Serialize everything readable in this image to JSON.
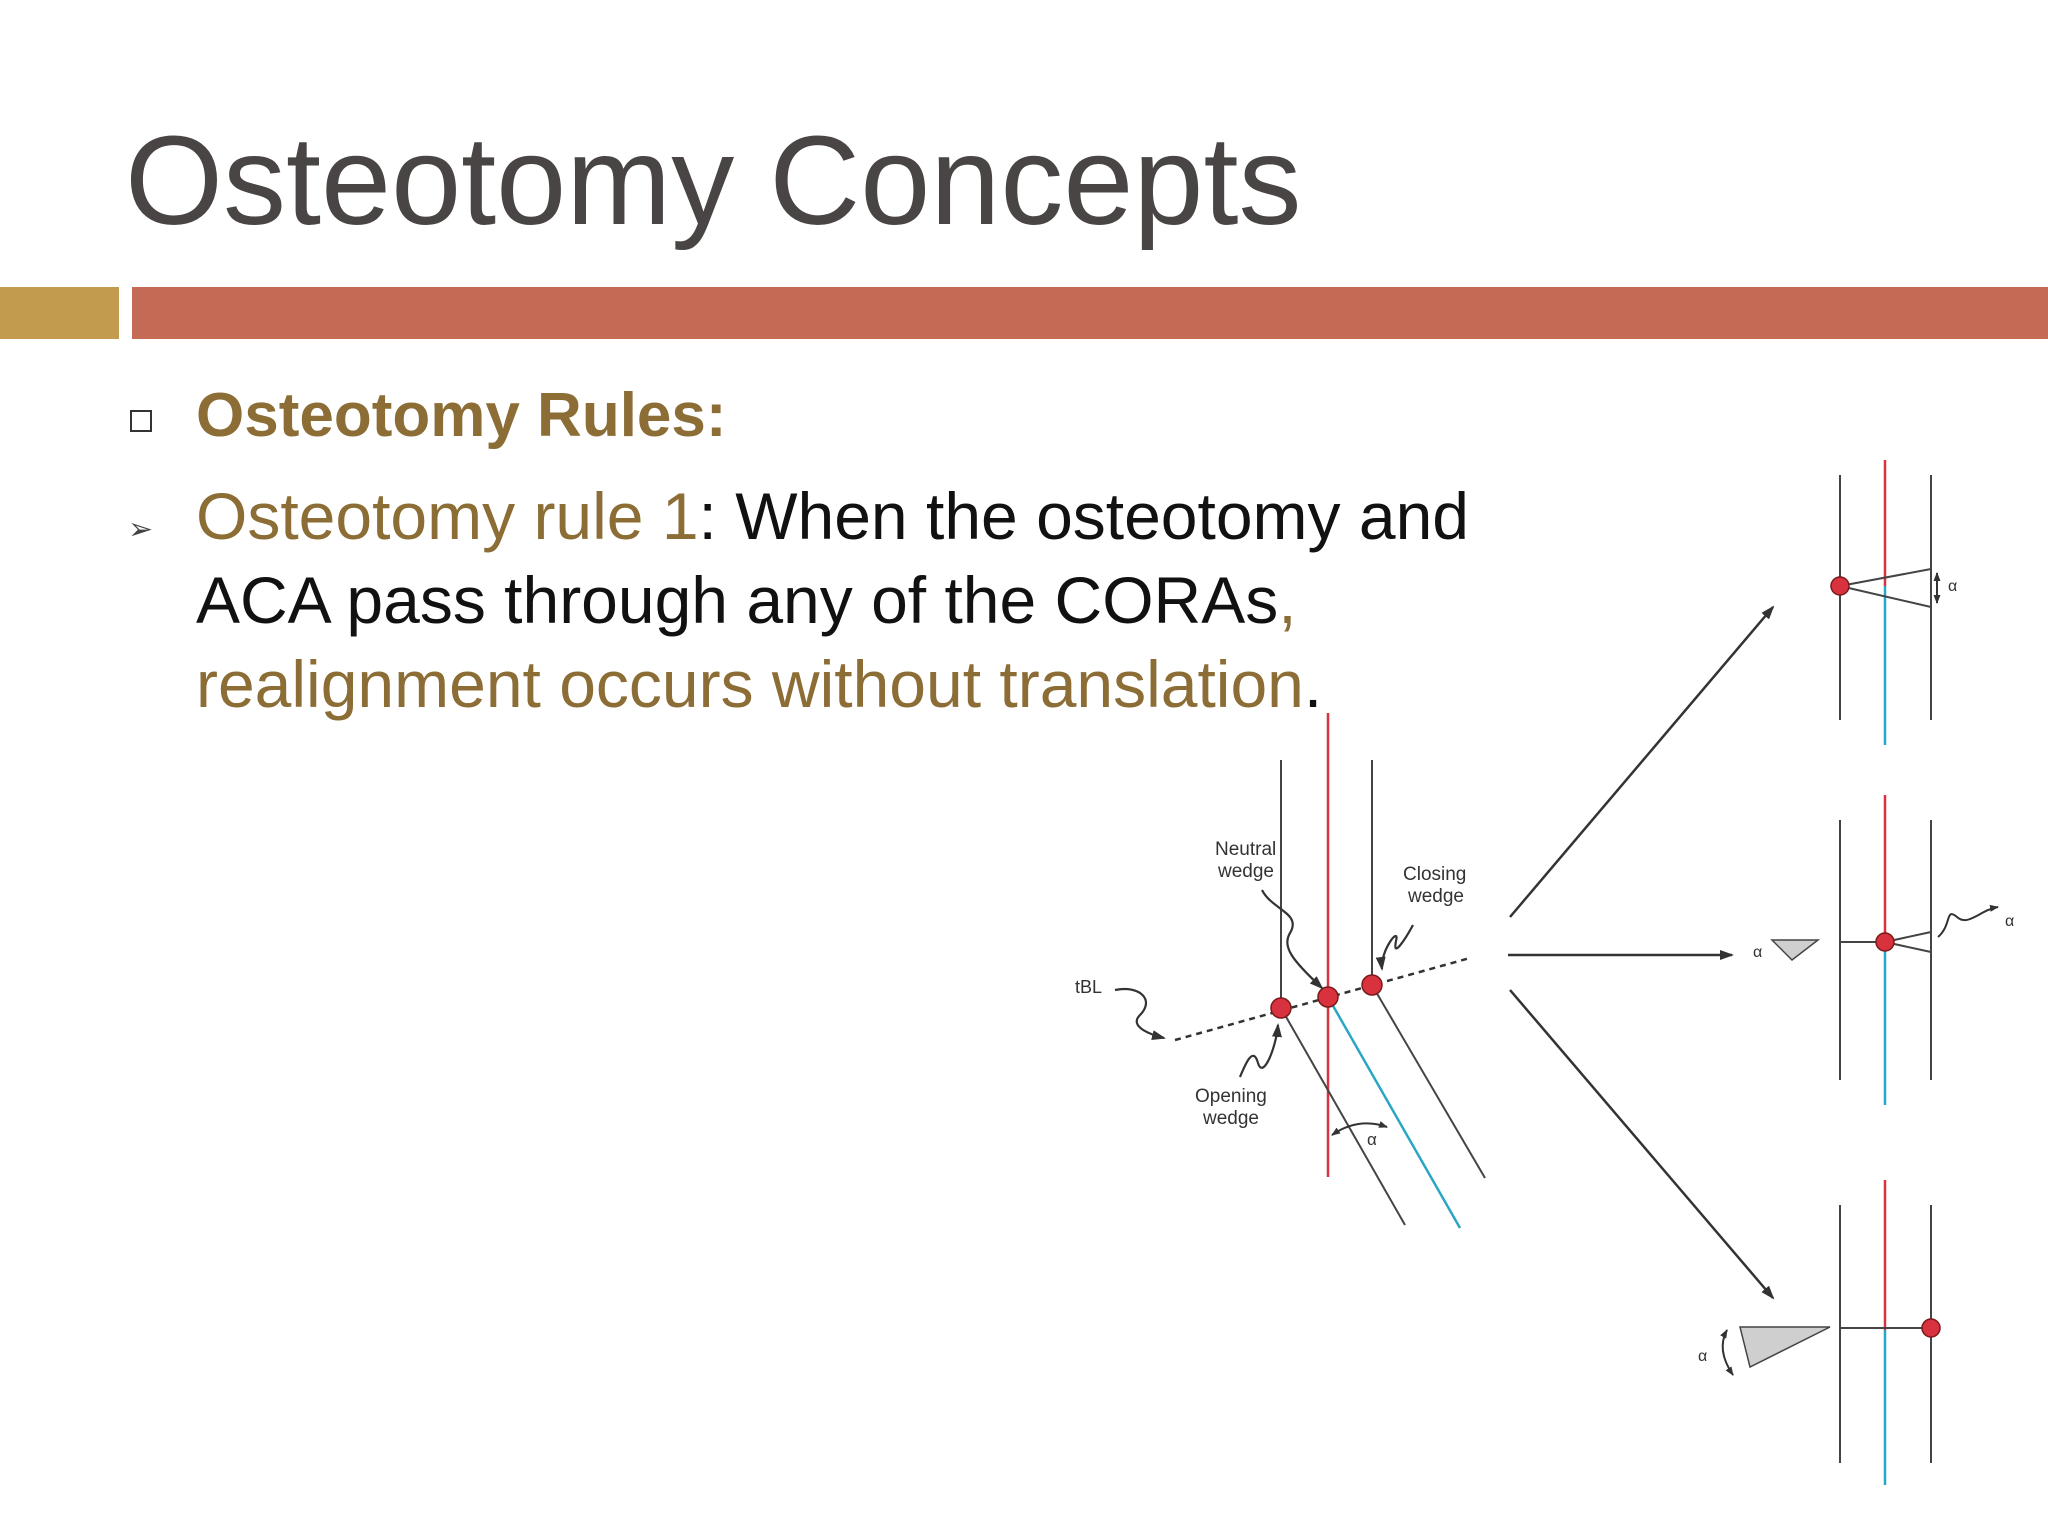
{
  "slide": {
    "title": "Osteotomy Concepts",
    "heading": "Osteotomy Rules:",
    "rule_prefix": "Osteotomy rule 1",
    "rule_colon": ":",
    "rule_body": " When the osteotomy and ACA pass  through any of the CORAs",
    "rule_comma": ",",
    "rule_highlight": " realignment occurs without translation",
    "rule_end": "."
  },
  "diagram": {
    "labels": {
      "neutral_1": "Neutral",
      "neutral_2": "wedge",
      "closing_1": "Closing",
      "closing_2": "wedge",
      "opening_1": "Opening",
      "opening_2": "wedge",
      "tbl": "tBL",
      "alpha": "α"
    }
  },
  "colors": {
    "title": "#4a4545",
    "accent_gold": "#c29b4f",
    "accent_red": "#c46a55",
    "text_gold": "#8b6d35",
    "diagram_red": "#d9323f",
    "diagram_cyan": "#2aa6c4"
  }
}
